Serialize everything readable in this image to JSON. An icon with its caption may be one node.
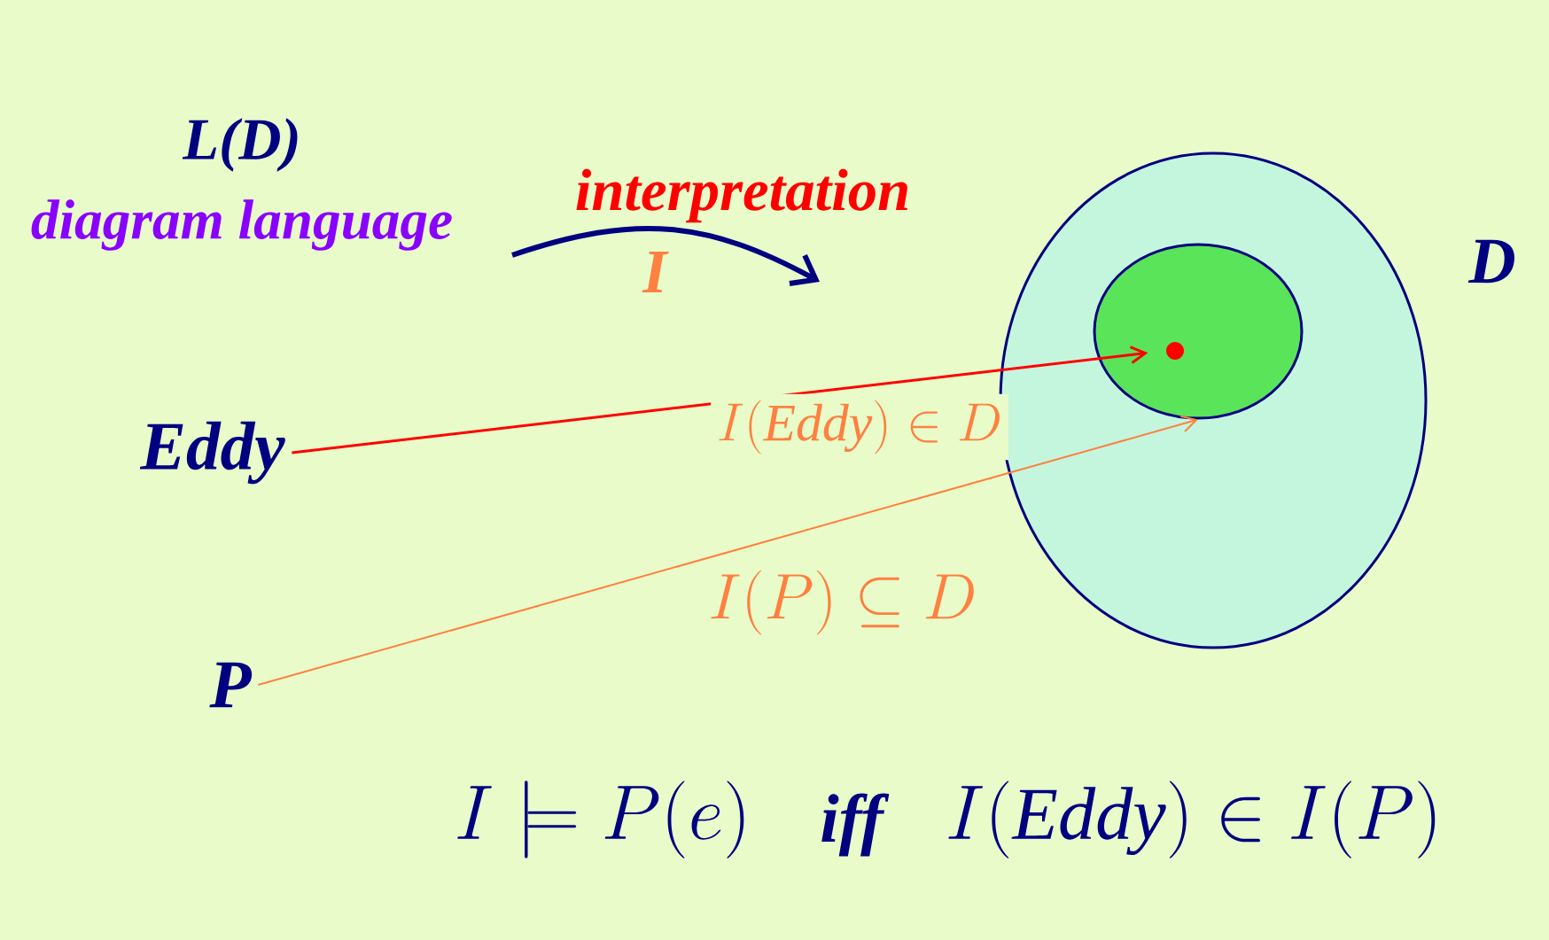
{
  "diagram": {
    "nodes": [
      {
        "text": [
          "L(D)",
          "diagram language"
        ]
      },
      {
        "text": [
          "Eddy"
        ]
      },
      {
        "text": [
          "P"
        ]
      },
      {
        "text": [
          "D"
        ]
      },
      {
        "text": [],
        "shape": "circle",
        "in": 3
      },
      {
        "text": [],
        "shape": "circle",
        "in": 4
      }
    ],
    "edges": [
      {
        "from": 1,
        "to": 5,
        "arrow": "to",
        "color": "#ff0000",
        "label": "I(\\mathit{Eddy}) \\in D"
      },
      {
        "from": 2,
        "to": 4,
        "arrow": "to",
        "color": "#ff8040",
        "label": "I(P) \\subseteq D"
      }
    ],
    "labels": [
      "interpretation",
      "I",
      "I \\models P(e)",
      "iff",
      "I(\\mathit{Eddy}) \\in I(P)"
    ]
  }
}
